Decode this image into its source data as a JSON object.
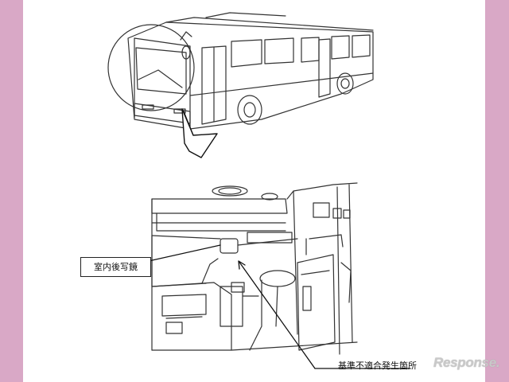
{
  "background_color": "#d9a8c6",
  "labels": {
    "rear_view_mirror": "室内後写鏡",
    "nonconforming_location": "基準不適合発生箇所"
  },
  "watermark": "Response."
}
